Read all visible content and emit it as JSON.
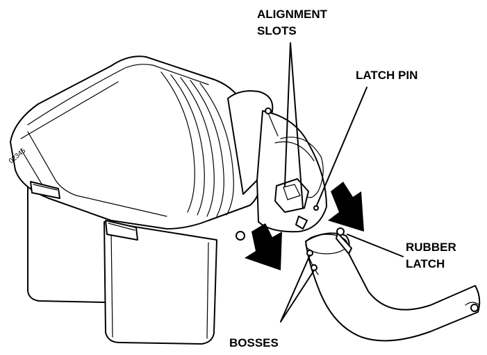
{
  "figure_code": "02345",
  "labels": {
    "alignment_slots_1": "ALIGNMENT",
    "alignment_slots_2": "SLOTS",
    "latch_pin": "LATCH PIN",
    "rubber_latch_1": "RUBBER",
    "rubber_latch_2": "LATCH",
    "bosses": "BOSSES"
  }
}
